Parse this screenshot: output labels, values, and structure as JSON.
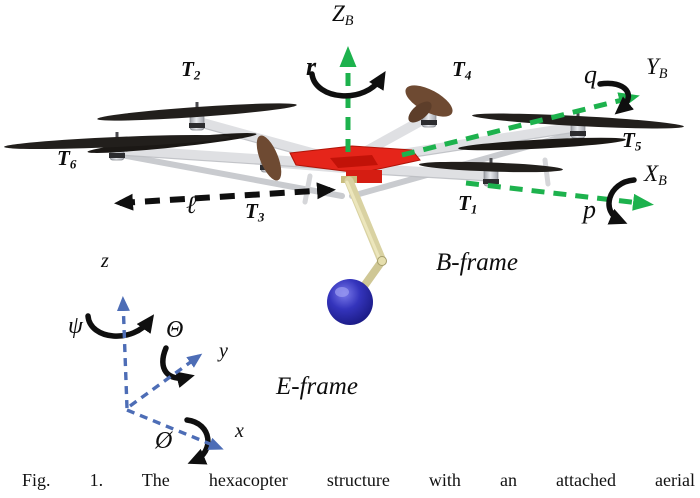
{
  "caption": "Fig. 1. The hexacopter structure with an attached aerial",
  "b_frame": {
    "label": "B-frame",
    "z_axis": {
      "base": "Z",
      "sub": "B"
    },
    "y_axis": {
      "base": "Y",
      "sub": "B"
    },
    "x_axis": {
      "base": "X",
      "sub": "B"
    },
    "yaw_rate": "r",
    "pitch_rate": "q",
    "roll_rate": "p"
  },
  "e_frame": {
    "label": "E-frame",
    "x_axis": "x",
    "y_axis": "y",
    "z_axis": "z",
    "yaw_angle": "ψ",
    "pitch_angle": "Θ",
    "roll_angle": "Ø"
  },
  "rotors": {
    "t1": {
      "base": "T",
      "sub": "1"
    },
    "t2": {
      "base": "T",
      "sub": "2"
    },
    "t3": {
      "base": "T",
      "sub": "3"
    },
    "t4": {
      "base": "T",
      "sub": "4"
    },
    "t5": {
      "base": "T",
      "sub": "5"
    },
    "t6": {
      "base": "T",
      "sub": "6"
    }
  },
  "arm_length_symbol": "ℓ",
  "colors": {
    "body_axis_green": "#1db24d",
    "earth_axis_blue": "#4d6db6",
    "annotation_black": "#0f0f0f",
    "center_plate_red": "#e5251a",
    "payload_blue": "#2a2aa6",
    "pendulum_khaki": "#d9d2a2"
  }
}
